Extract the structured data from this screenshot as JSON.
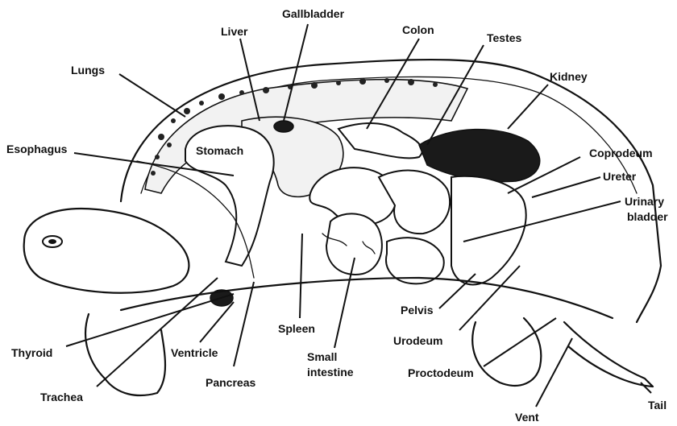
{
  "labels": {
    "gallbladder": "Gallbladder",
    "liver": "Liver",
    "colon": "Colon",
    "testes": "Testes",
    "lungs": "Lungs",
    "kidney": "Kidney",
    "esophagus": "Esophagus",
    "stomach": "Stomach",
    "coprodeum": "Coprodeum",
    "ureter": "Ureter",
    "urinary_bladder_1": "Urinary",
    "urinary_bladder_2": "bladder",
    "pelvis": "Pelvis",
    "urodeum": "Urodeum",
    "spleen": "Spleen",
    "small_intestine_1": "Small",
    "small_intestine_2": "intestine",
    "thyroid": "Thyroid",
    "ventricle": "Ventricle",
    "proctodeum": "Proctodeum",
    "pancreas": "Pancreas",
    "trachea": "Trachea",
    "vent": "Vent",
    "tail": "Tail"
  }
}
